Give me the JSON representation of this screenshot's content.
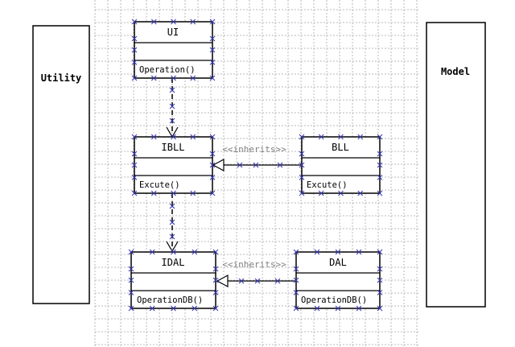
{
  "panels": {
    "left_label": "Utility",
    "right_label": "Model"
  },
  "classes": {
    "ui": {
      "name": "UI",
      "operation": "Operation()"
    },
    "ibll": {
      "name": "IBLL",
      "operation": "Excute()"
    },
    "bll": {
      "name": "BLL",
      "operation": "Excute()"
    },
    "idal": {
      "name": "IDAL",
      "operation": "OperationDB()"
    },
    "dal": {
      "name": "DAL",
      "operation": "OperationDB()"
    }
  },
  "relations": {
    "bll_to_ibll": "<<inherits>>",
    "dal_to_idal": "<<inherits>>"
  },
  "colors": {
    "handle": "#3a3ab0",
    "grid": "#b8b8b8",
    "stereotype": "#808080"
  }
}
